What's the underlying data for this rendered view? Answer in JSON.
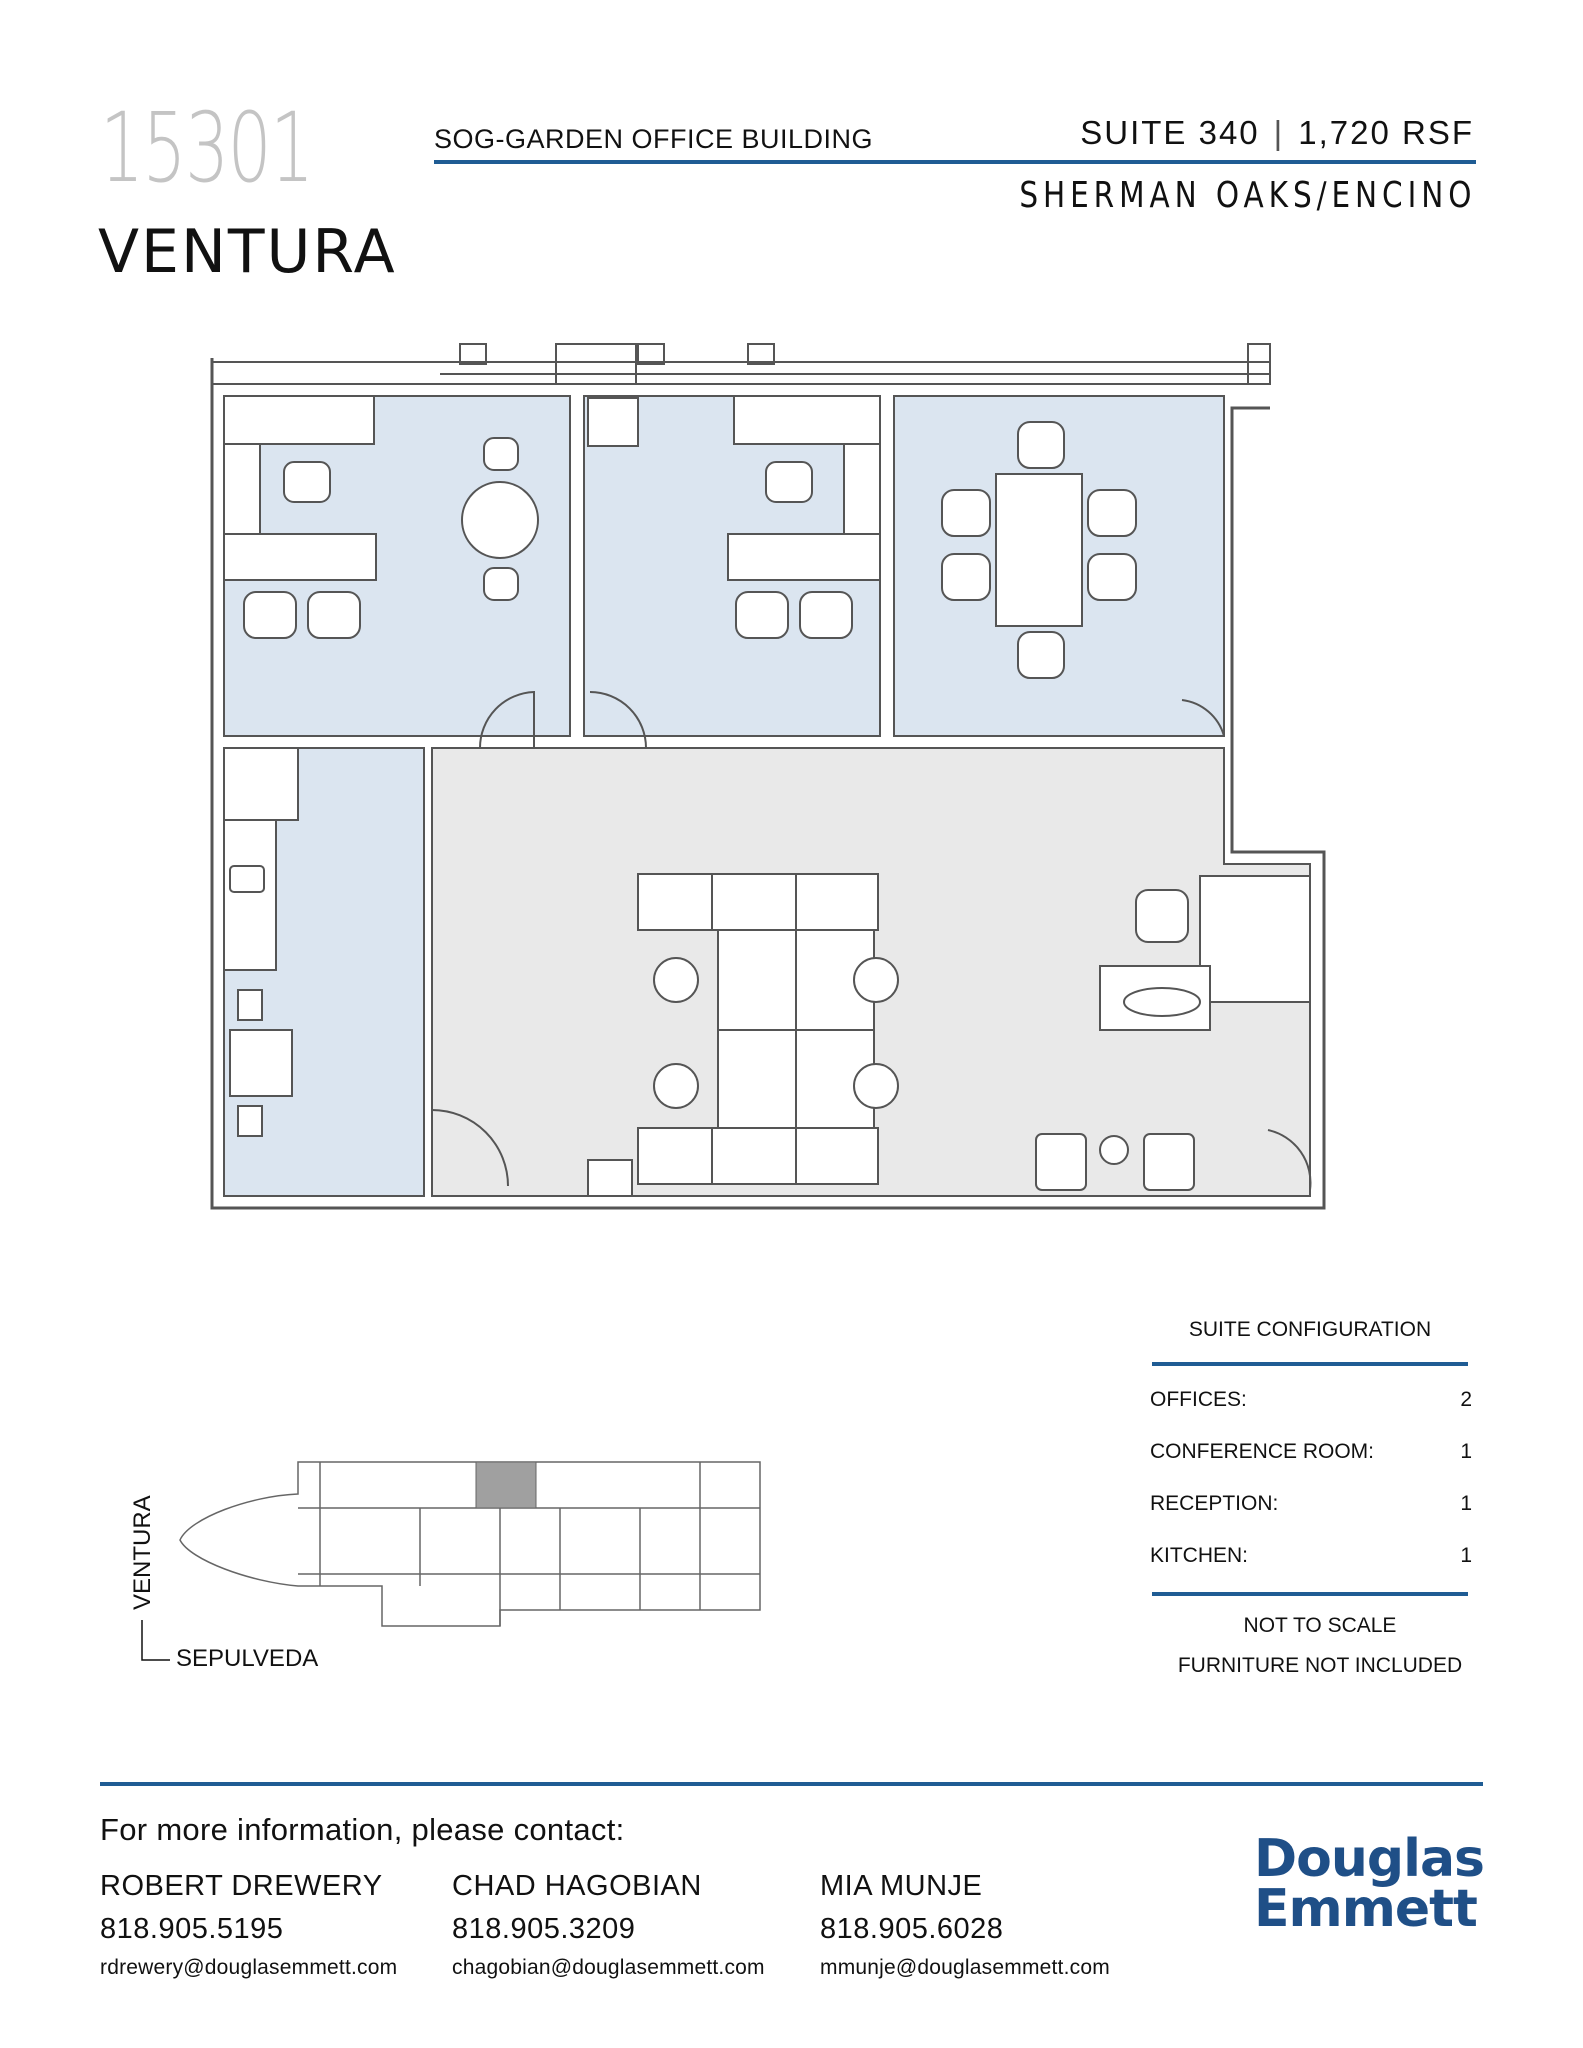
{
  "header": {
    "address_number": "15301",
    "address_street": "VENTURA",
    "building_name": "SOG-GARDEN OFFICE BUILDING",
    "suite": "SUITE 340",
    "separator": "|",
    "rsf": "1,720 RSF",
    "submarket": "SHERMAN OAKS/ENCINO"
  },
  "key_map": {
    "street_vertical": "VENTURA",
    "street_horizontal": "SEPULVEDA"
  },
  "suite_configuration": {
    "title": "SUITE CONFIGURATION",
    "rows": [
      {
        "label": "OFFICES:",
        "value": "2"
      },
      {
        "label": "CONFERENCE ROOM:",
        "value": "1"
      },
      {
        "label": "RECEPTION:",
        "value": "1"
      },
      {
        "label": "KITCHEN:",
        "value": "1"
      }
    ],
    "notes": [
      "NOT TO SCALE",
      "FURNITURE NOT INCLUDED"
    ]
  },
  "footer": {
    "contact_heading": "For more information, please contact:",
    "contacts": [
      {
        "name": "ROBERT DREWERY",
        "phone": "818.905.5195",
        "email": "rdrewery@douglasemmett.com"
      },
      {
        "name": "CHAD HAGOBIAN",
        "phone": "818.905.3209",
        "email": "chagobian@douglasemmett.com"
      },
      {
        "name": "MIA MUNJE",
        "phone": "818.905.6028",
        "email": "mmunje@douglasemmett.com"
      }
    ],
    "logo_line1": "Douglas",
    "logo_line2": "Emmett"
  },
  "colors": {
    "accent": "#1f5c94",
    "room_fill": "#dbe5f0",
    "common_fill": "#e9e9e9",
    "logo": "#1f4f87",
    "highlight": "#a0a0a0"
  }
}
